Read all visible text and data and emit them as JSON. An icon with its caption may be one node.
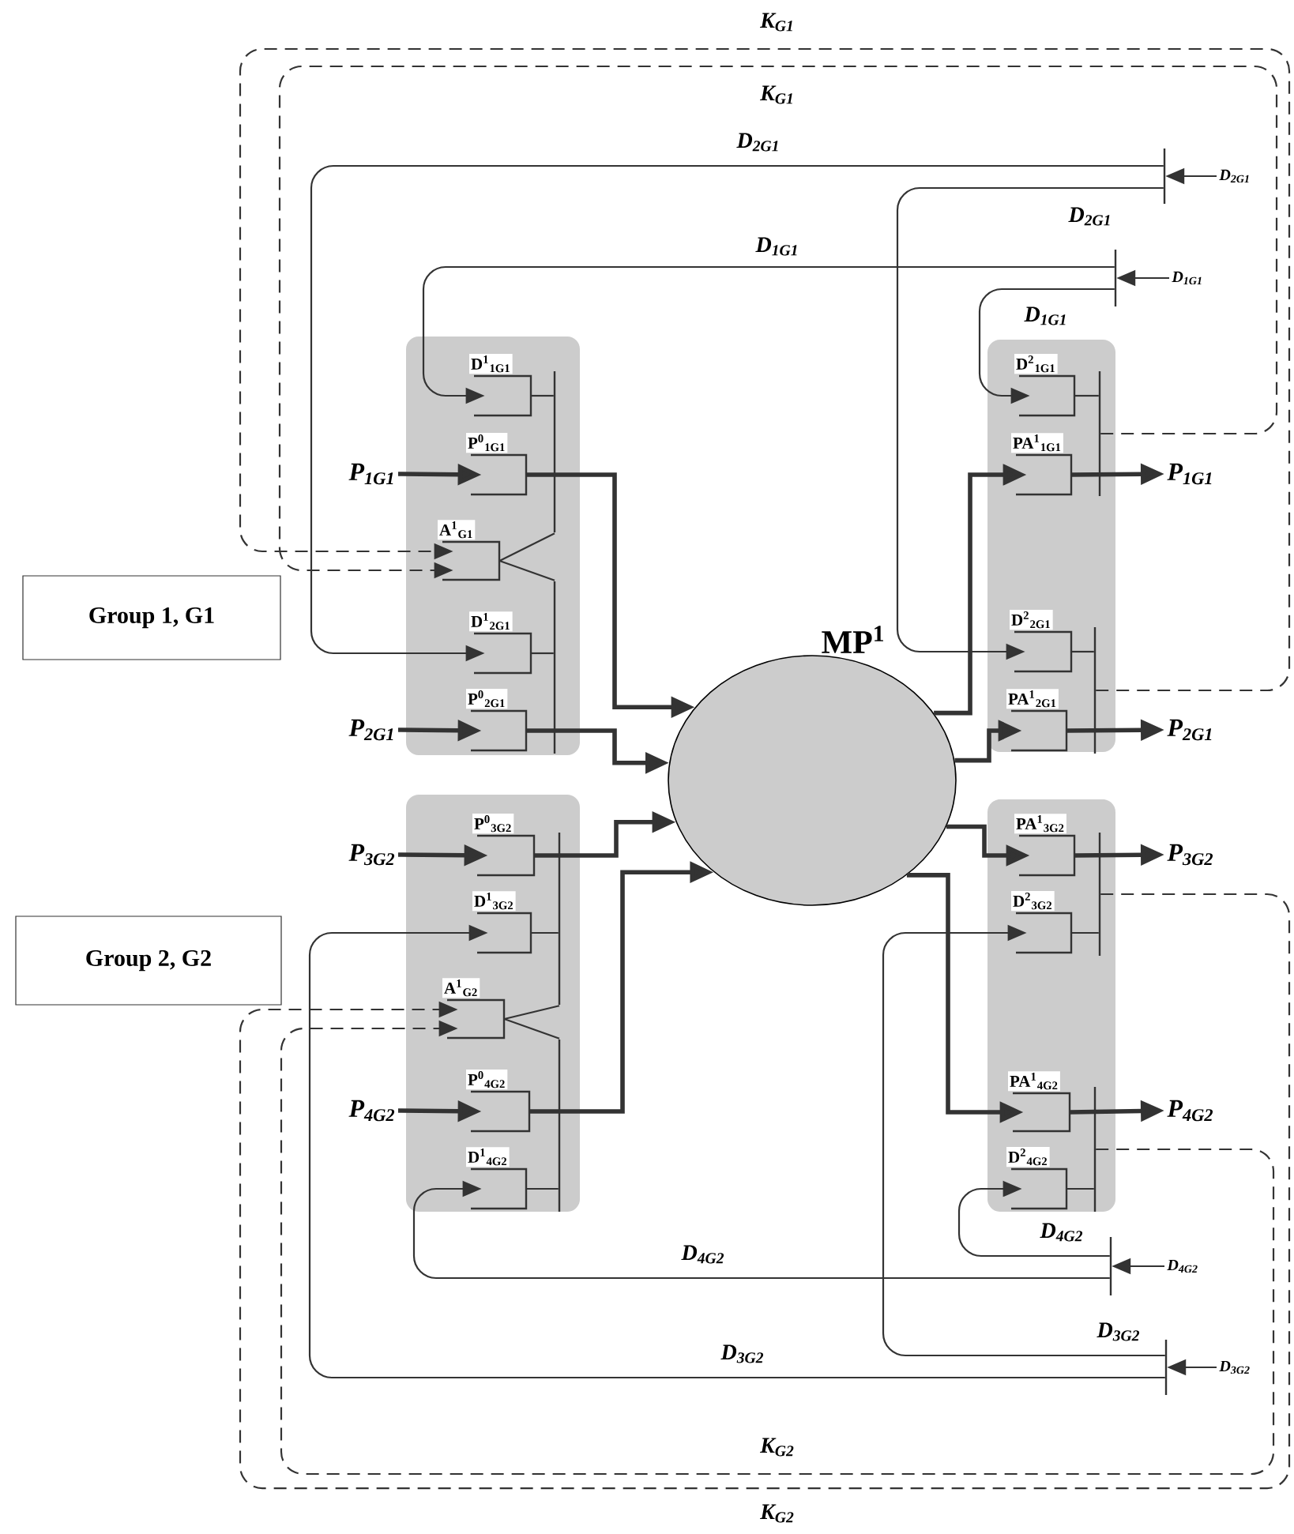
{
  "diagram": {
    "nodes": [
      {
        "text": [
          "Group 1, G1"
        ]
      },
      {
        "text": [
          "Group 2, G2"
        ]
      },
      {
        "text": [],
        "shape": "box"
      },
      {
        "text": [],
        "shape": "box"
      },
      {
        "text": [],
        "shape": "box"
      },
      {
        "text": [],
        "shape": "box"
      },
      {
        "text": [
          "MP$^{1}$"
        ]
      },
      {
        "text": [
          "D$^{1}$$_{1G1}$"
        ],
        "in": 2
      },
      {
        "text": [
          "P$^{0}$$_{1G1}$"
        ],
        "in": 2
      },
      {
        "text": [
          "A$^{1}$$_{G1}$"
        ],
        "in": 2
      },
      {
        "text": [
          "D$^{1}$$_{2G1}$"
        ],
        "in": 2
      },
      {
        "text": [
          "P$^{0}$$_{2G1}$"
        ],
        "in": 2
      },
      {
        "text": [
          "P$^{0}$$_{3G2}$"
        ],
        "in": 3
      },
      {
        "text": [
          "D$^{1}$$_{3G2}$"
        ],
        "in": 3
      },
      {
        "text": [
          "A$^{1}$$_{G2}$"
        ],
        "in": 3
      },
      {
        "text": [
          "P$^{0}$$_{4G2}$"
        ],
        "in": 3
      },
      {
        "text": [
          "D$^{1}$$_{4G2}$"
        ],
        "in": 3
      },
      {
        "text": [
          "D$^{2}$$_{1G1}$"
        ],
        "in": 4
      },
      {
        "text": [
          "PA$^{1}$$_{1G1}$"
        ],
        "in": 4
      },
      {
        "text": [
          "D$^{2}$$_{2G1}$"
        ],
        "in": 4
      },
      {
        "text": [
          "PA$^{1}$$_{2G1}$"
        ],
        "in": 4
      },
      {
        "text": [
          "PA$^{1}$$_{3G2}$"
        ],
        "in": 5
      },
      {
        "text": [
          "D$^{2}$$_{3G2}$"
        ],
        "in": 5
      },
      {
        "text": [
          "PA$^{1}$$_{4G2}$"
        ],
        "in": 5
      },
      {
        "text": [
          "D$^{2}$$_{4G2}$"
        ],
        "in": 5
      },
      {
        "text": [
          "P$_{1G1}$"
        ]
      },
      {
        "text": [
          "P$_{2G1}$"
        ]
      },
      {
        "text": [
          "P$_{3G2}$"
        ]
      },
      {
        "text": [
          "P$_{4G2}$"
        ]
      },
      {
        "text": [
          "P$_{1G1}$"
        ]
      },
      {
        "text": [
          "P$_{2G1}$"
        ]
      },
      {
        "text": [
          "P$_{3G2}$"
        ]
      },
      {
        "text": [
          "P$_{4G2}$"
        ]
      },
      {
        "text": [
          "D$_{2G1}$"
        ]
      },
      {
        "text": [
          "D$_{1G1}$"
        ]
      },
      {
        "text": [
          "D$_{4G2}$"
        ]
      },
      {
        "text": [
          "D$_{3G2}$"
        ]
      },
      {
        "text": [],
        "shape": "bar"
      },
      {
        "text": [],
        "shape": "bar"
      },
      {
        "text": [],
        "shape": "bar"
      },
      {
        "text": [],
        "shape": "bar"
      },
      {
        "text": [],
        "shape": "bar",
        "in": 4
      },
      {
        "text": [],
        "shape": "bar",
        "in": 4
      },
      {
        "text": [],
        "shape": "bar",
        "in": 5
      },
      {
        "text": [],
        "shape": "bar",
        "in": 5
      },
      {
        "text": [],
        "shape": "bar",
        "in": 2
      },
      {
        "text": [],
        "shape": "bar",
        "in": 2
      },
      {
        "text": [],
        "shape": "bar",
        "in": 3
      },
      {
        "text": [],
        "shape": "bar",
        "in": 3
      }
    ],
    "edges": [
      {
        "from": 25,
        "to": 8,
        "arrow": "to",
        "style": "thick"
      },
      {
        "from": 26,
        "to": 11,
        "arrow": "to",
        "style": "thick"
      },
      {
        "from": 27,
        "to": 12,
        "arrow": "to",
        "style": "thick"
      },
      {
        "from": 28,
        "to": 15,
        "arrow": "to",
        "style": "thick"
      },
      {
        "from": 8,
        "to": 6,
        "arrow": "to",
        "style": "thick"
      },
      {
        "from": 11,
        "to": 6,
        "arrow": "to",
        "style": "thick"
      },
      {
        "from": 12,
        "to": 6,
        "arrow": "to",
        "style": "thick"
      },
      {
        "from": 15,
        "to": 6,
        "arrow": "to",
        "style": "thick"
      },
      {
        "from": 6,
        "to": 18,
        "arrow": "to",
        "style": "thick"
      },
      {
        "from": 6,
        "to": 20,
        "arrow": "to",
        "style": "thick"
      },
      {
        "from": 6,
        "to": 21,
        "arrow": "to",
        "style": "thick"
      },
      {
        "from": 6,
        "to": 23,
        "arrow": "to",
        "style": "thick"
      },
      {
        "from": 18,
        "to": 29,
        "arrow": "to",
        "style": "thick"
      },
      {
        "from": 20,
        "to": 30,
        "arrow": "to",
        "style": "thick"
      },
      {
        "from": 21,
        "to": 31,
        "arrow": "to",
        "style": "thick"
      },
      {
        "from": 23,
        "to": 32,
        "arrow": "to",
        "style": "thick"
      },
      {
        "from": 33,
        "to": 37,
        "arrow": "to"
      },
      {
        "from": 34,
        "to": 38,
        "arrow": "to"
      },
      {
        "from": 35,
        "to": 39,
        "arrow": "to"
      },
      {
        "from": 36,
        "to": 40,
        "arrow": "to"
      },
      {
        "from": 37,
        "to": 10,
        "arrow": "to",
        "label": "D$_{2G1}$"
      },
      {
        "from": 37,
        "to": 19,
        "arrow": "to",
        "label": "D$_{2G1}$"
      },
      {
        "from": 38,
        "to": 7,
        "arrow": "to",
        "label": "D$_{1G1}$"
      },
      {
        "from": 38,
        "to": 17,
        "arrow": "to",
        "label": "D$_{1G1}$"
      },
      {
        "from": 39,
        "to": 24,
        "arrow": "to",
        "label": "D$_{4G2}$"
      },
      {
        "from": 39,
        "to": 16,
        "arrow": "to",
        "label": "D$_{4G2}$"
      },
      {
        "from": 40,
        "to": 13,
        "arrow": "to",
        "label": "D$_{3G2}$"
      },
      {
        "from": 40,
        "to": 22,
        "arrow": "to",
        "label": "D$_{3G2}$"
      },
      {
        "from": 41,
        "to": 9,
        "arrow": "to",
        "style": "dashed",
        "label": "K$_{G1}$"
      },
      {
        "from": 42,
        "to": 9,
        "arrow": "to",
        "style": "dashed",
        "label": "K$_{G1}$"
      },
      {
        "from": 44,
        "to": 14,
        "arrow": "to",
        "style": "dashed",
        "label": "K$_{G2}$"
      },
      {
        "from": 43,
        "to": 14,
        "arrow": "to",
        "style": "dashed",
        "label": "K$_{G2}$"
      },
      {
        "from": 7,
        "to": 45,
        "arrow": "none"
      },
      {
        "from": 9,
        "to": 45,
        "arrow": "none"
      },
      {
        "from": 9,
        "to": 46,
        "arrow": "none"
      },
      {
        "from": 10,
        "to": 46,
        "arrow": "none"
      },
      {
        "from": 13,
        "to": 47,
        "arrow": "none"
      },
      {
        "from": 14,
        "to": 47,
        "arrow": "none"
      },
      {
        "from": 14,
        "to": 48,
        "arrow": "none"
      },
      {
        "from": 16,
        "to": 48,
        "arrow": "none"
      },
      {
        "from": 17,
        "to": 41,
        "arrow": "none"
      },
      {
        "from": 19,
        "to": 42,
        "arrow": "none"
      },
      {
        "from": 22,
        "to": 43,
        "arrow": "none"
      },
      {
        "from": 24,
        "to": 44,
        "arrow": "none"
      }
    ]
  }
}
